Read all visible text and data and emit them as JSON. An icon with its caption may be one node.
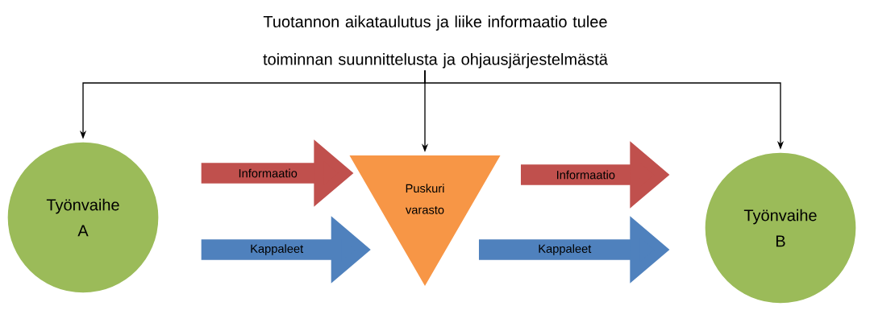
{
  "diagram": {
    "nodes": [
      {
        "text": [
          "Tuotannon aikataulutus ja liike informaatio tulee toiminnan suunnittelusta ja ohjausjärjestelmästä"
        ]
      },
      {
        "text": [
          "Työnvaihe",
          "A"
        ]
      },
      {
        "text": [
          "Puskuri varasto"
        ]
      },
      {
        "text": [
          "Työnvaihe",
          "B"
        ]
      }
    ],
    "edges": [
      {
        "from": 0,
        "to": 1,
        "arrow": "to"
      },
      {
        "from": 0,
        "to": 2,
        "arrow": "to"
      },
      {
        "from": 0,
        "to": 3,
        "arrow": "to"
      },
      {
        "from": 1,
        "to": 2,
        "arrow": "to",
        "label": "Informaatio",
        "color": "#c0504d"
      },
      {
        "from": 1,
        "to": 2,
        "arrow": "to",
        "label": "Kappaleet",
        "color": "#4f81bd"
      },
      {
        "from": 2,
        "to": 3,
        "arrow": "to",
        "label": "Informaatio",
        "color": "#c0504d"
      },
      {
        "from": 2,
        "to": 3,
        "arrow": "to",
        "label": "Kappaleet",
        "color": "#4f81bd"
      }
    ]
  }
}
